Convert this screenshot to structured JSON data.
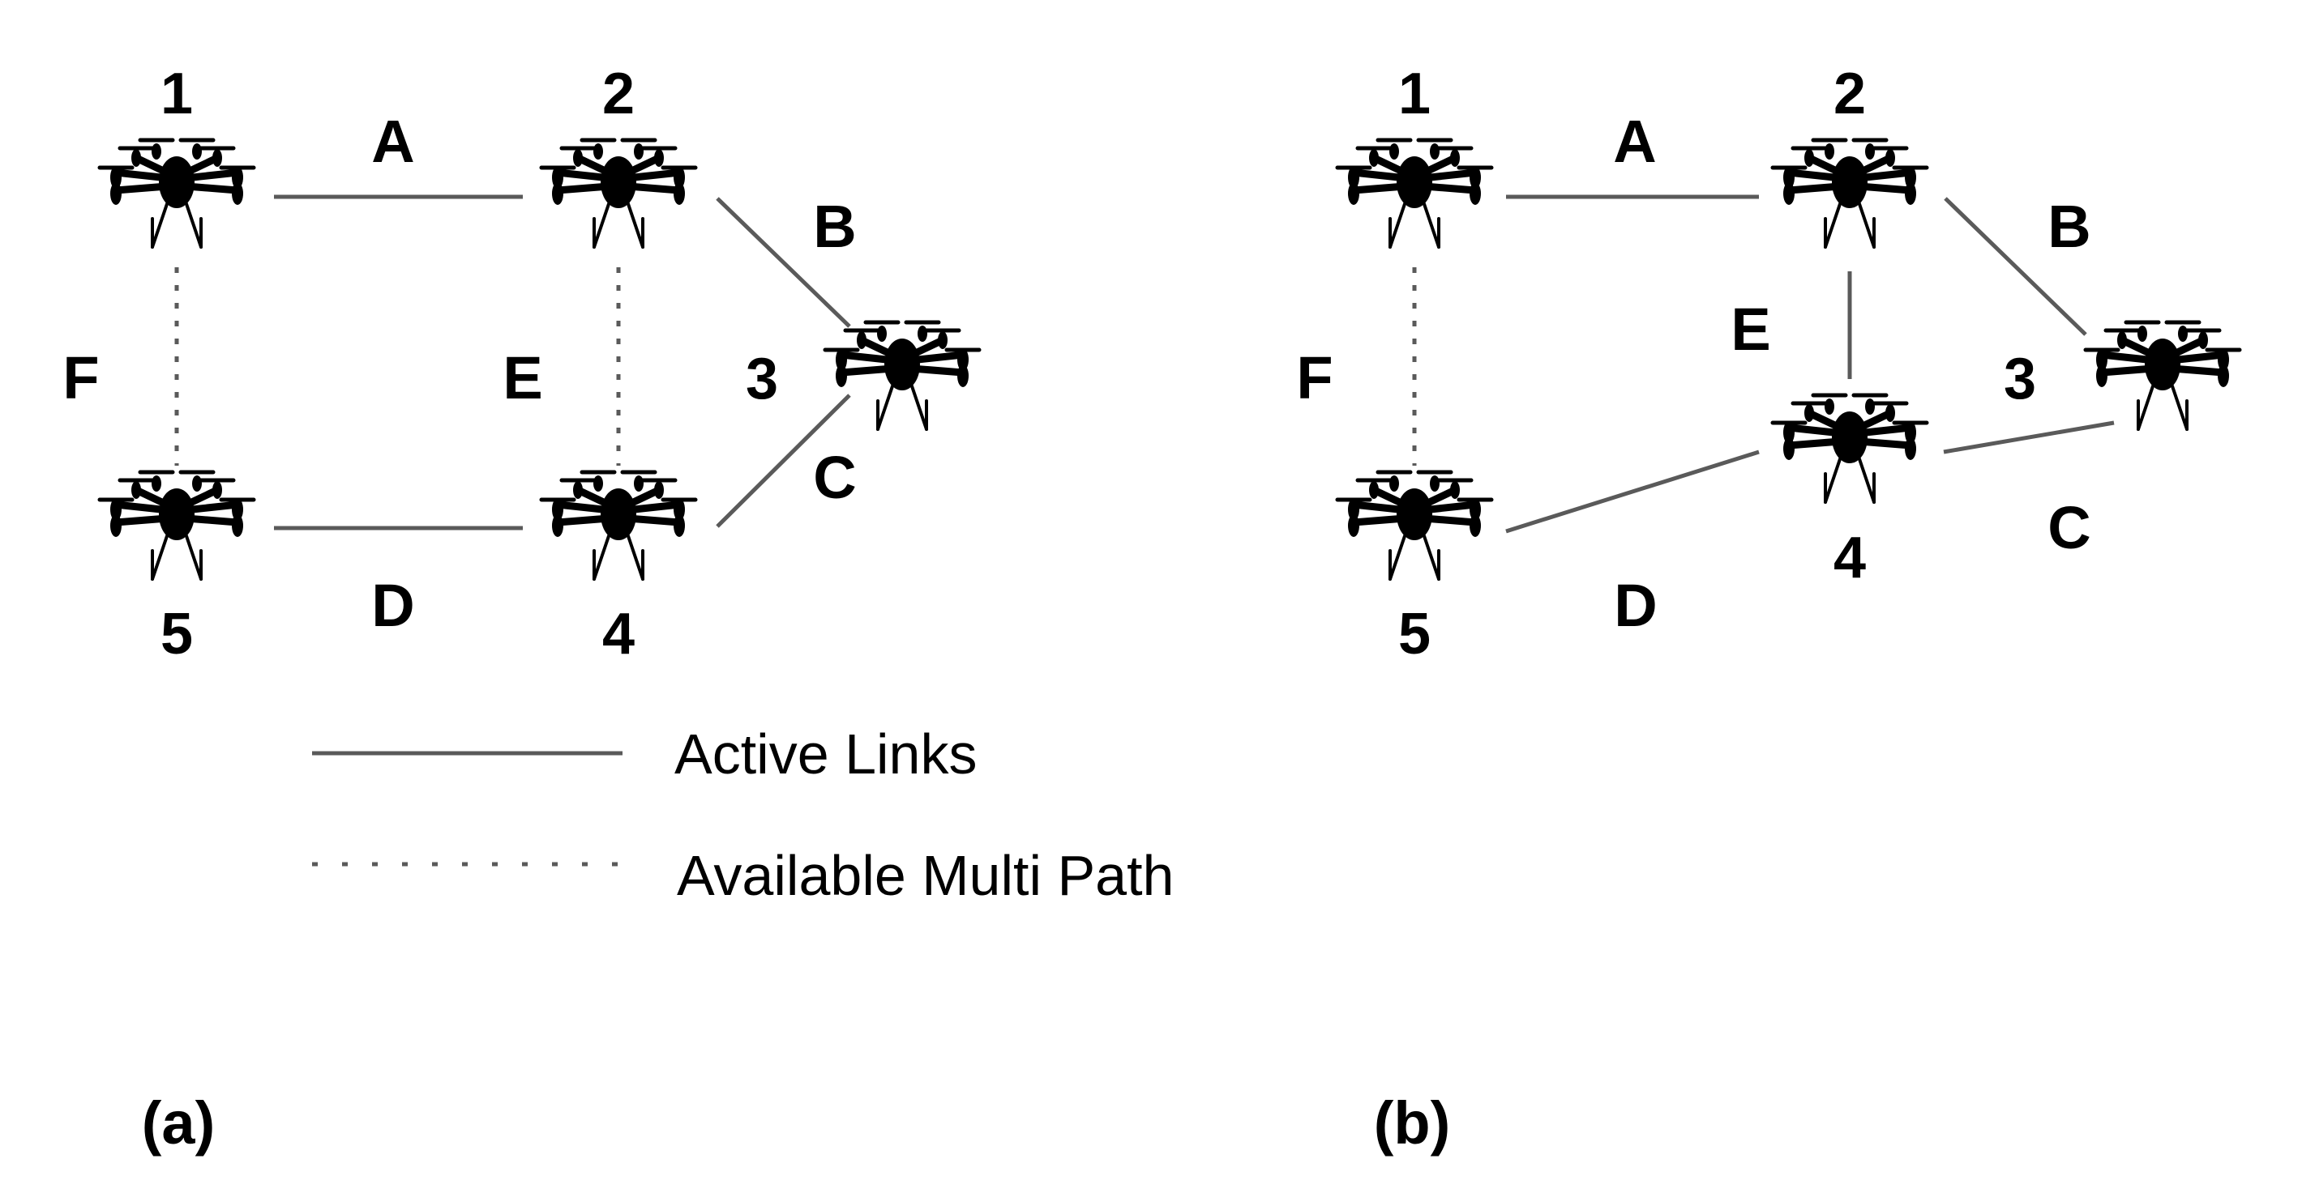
{
  "diagrams": [
    {
      "caption": "(a)",
      "nodes": [
        "1",
        "2",
        "3",
        "4",
        "5"
      ],
      "links": [
        {
          "label": "A",
          "from": "1",
          "to": "2",
          "status": "active"
        },
        {
          "label": "B",
          "from": "2",
          "to": "3",
          "status": "active"
        },
        {
          "label": "C",
          "from": "4",
          "to": "3",
          "status": "active"
        },
        {
          "label": "D",
          "from": "5",
          "to": "4",
          "status": "active"
        },
        {
          "label": "E",
          "from": "2",
          "to": "4",
          "status": "available"
        },
        {
          "label": "F",
          "from": "1",
          "to": "5",
          "status": "available"
        }
      ]
    },
    {
      "caption": "(b)",
      "nodes": [
        "1",
        "2",
        "3",
        "4",
        "5"
      ],
      "links": [
        {
          "label": "A",
          "from": "1",
          "to": "2",
          "status": "active"
        },
        {
          "label": "B",
          "from": "2",
          "to": "3",
          "status": "active"
        },
        {
          "label": "C",
          "from": "4",
          "to": "3",
          "status": "active"
        },
        {
          "label": "D",
          "from": "5",
          "to": "4",
          "status": "active"
        },
        {
          "label": "E",
          "from": "2",
          "to": "4",
          "status": "active"
        },
        {
          "label": "F",
          "from": "1",
          "to": "5",
          "status": "available"
        }
      ]
    }
  ],
  "legend": {
    "active_label": "Active Links",
    "available_label": "Available Multi Path"
  },
  "colors": {
    "link": "#5a5a5a",
    "drone": "#000000",
    "text": "#000000"
  },
  "icons": {
    "node": "hexacopter-drone-icon"
  }
}
